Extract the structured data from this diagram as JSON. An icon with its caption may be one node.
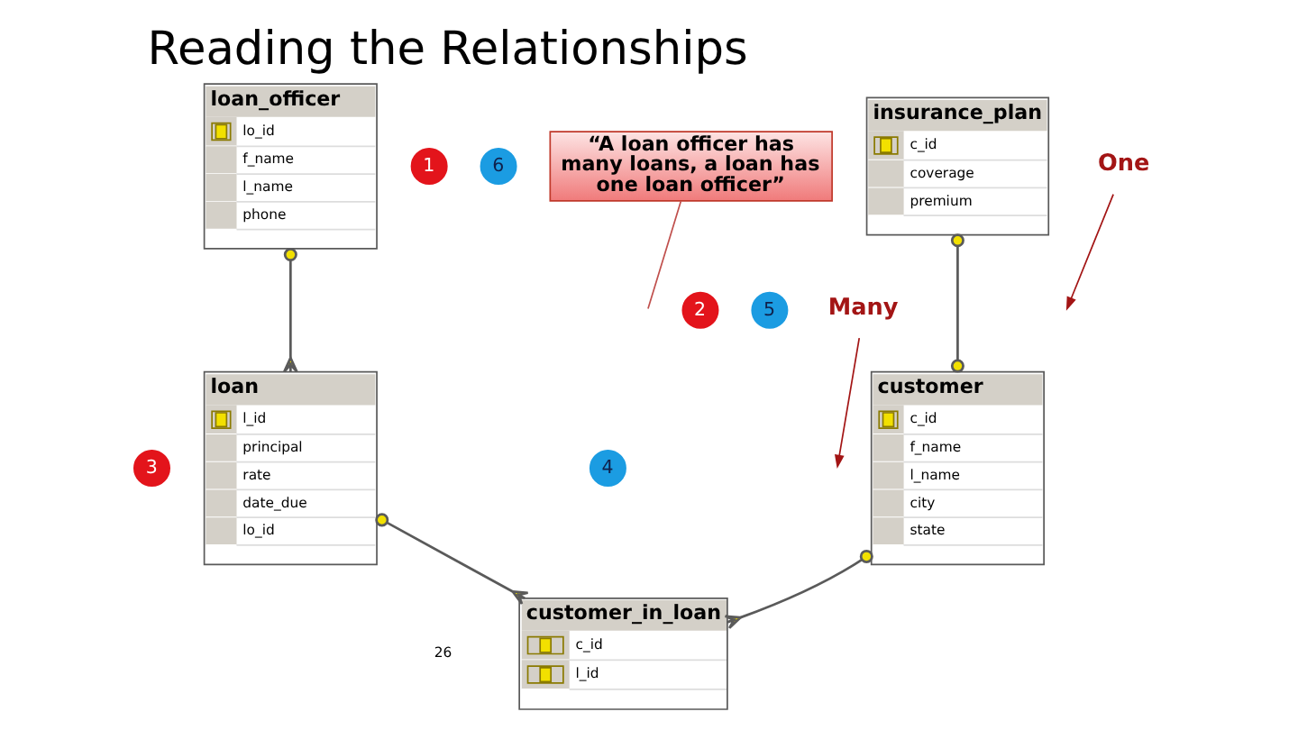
{
  "diagram": {
    "title": "Reading the Relationships",
    "nodes": [
      {
        "text": [
          "loan_officer",
          "lo_id",
          "f_name",
          "l_name",
          "phone"
        ]
      },
      {
        "text": [
          "1"
        ]
      },
      {
        "text": [
          "6"
        ]
      },
      {
        "text": [
          "“A loan officer has many loans, a loan has one loan officer”"
        ]
      },
      {
        "text": [
          "insurance_plan",
          "c_id",
          "coverage",
          "premium"
        ]
      },
      {
        "text": [
          "One"
        ]
      },
      {
        "text": [
          "5"
        ]
      },
      {
        "text": [
          "2"
        ]
      },
      {
        "text": [
          "Many"
        ]
      },
      {
        "text": [
          "3"
        ]
      },
      {
        "text": [
          "4"
        ]
      },
      {
        "text": [
          "loan",
          "l_id",
          "principal",
          "rate",
          "date_due",
          "lo_id"
        ]
      },
      {
        "text": [
          "customer_in_loan",
          "c_id",
          "l_id"
        ]
      },
      {
        "text": [
          "customer",
          "c_id",
          "f_name",
          "l_name",
          "city",
          "state"
        ]
      }
    ],
    "edges": [
      {
        "from": 0,
        "to": 11,
        "arrow": "other"
      },
      {
        "from": 11,
        "to": 12,
        "arrow": "other"
      },
      {
        "from": 13,
        "to": 12,
        "arrow": "other"
      },
      {
        "from": 4,
        "to": 13,
        "arrow": "other"
      },
      {
        "from": 3,
        "to": null,
        "arrow": "none",
        "color": "#c0504d"
      },
      {
        "from": 5,
        "to": null,
        "arrow": "to",
        "color": "#a31515"
      },
      {
        "from": 8,
        "to": null,
        "arrow": "to",
        "color": "#a31515"
      }
    ],
    "labels": [
      "26"
    ]
  }
}
